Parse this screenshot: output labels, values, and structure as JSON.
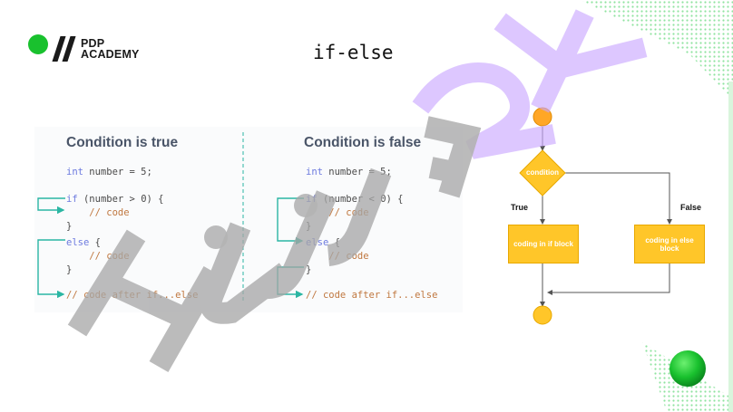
{
  "brand": {
    "line1": "PDP",
    "line2": "ACADEMY"
  },
  "slide": {
    "title": "if-else"
  },
  "watermark": {
    "text": "Hujjat24"
  },
  "colors": {
    "brand_green": "#19c12e",
    "code_keyword": "#6c7adf",
    "code_comment": "#c07840",
    "arrow_teal": "#2bb6a3",
    "flow_box": "#ffc629",
    "flow_node": "#ffa726",
    "watermark_gray": "#a6a6a6",
    "watermark_purple": "#c8a6ff"
  },
  "panel_true": {
    "title": "Condition is true",
    "lines": [
      {
        "kw": "int",
        "rest": " number = 5;"
      },
      {
        "kw": "if",
        "rest": " (number > 0) {"
      },
      {
        "cm": "    // code"
      },
      {
        "rest": "}"
      },
      {
        "kw": "else",
        "rest": " {"
      },
      {
        "cm": "    // code"
      },
      {
        "rest": "}"
      },
      {
        "cm": "// code after if...else"
      }
    ]
  },
  "panel_false": {
    "title": "Condition is false",
    "lines": [
      {
        "kw": "int",
        "rest": " number = 5;"
      },
      {
        "kw": "if",
        "rest": " (number < 0) {"
      },
      {
        "cm": "    // code"
      },
      {
        "rest": "}"
      },
      {
        "kw": "else",
        "rest": " {"
      },
      {
        "cm": "    // code"
      },
      {
        "rest": "}"
      },
      {
        "cm": "// code after if...else"
      }
    ]
  },
  "flowchart": {
    "condition": "condition",
    "true_label": "True",
    "false_label": "False",
    "if_block": "coding in if block",
    "else_block_line1": "coding in else",
    "else_block_line2": "block"
  }
}
